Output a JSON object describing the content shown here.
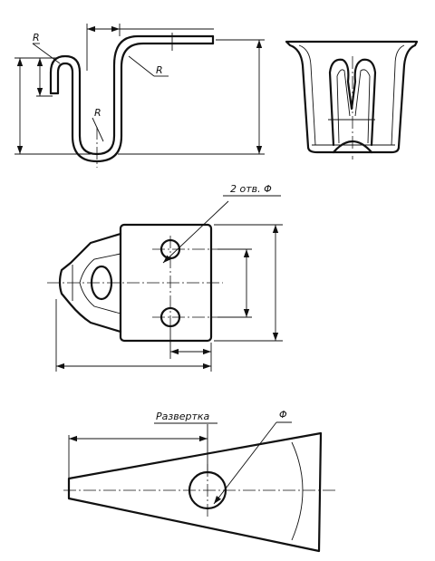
{
  "side_view": {
    "radius_labels": [
      "R",
      "R",
      "R"
    ]
  },
  "plan_view": {
    "holes_callout": "2 отв. Φ"
  },
  "flat_pattern": {
    "title": "Развертка",
    "diameter_label": "Φ"
  }
}
